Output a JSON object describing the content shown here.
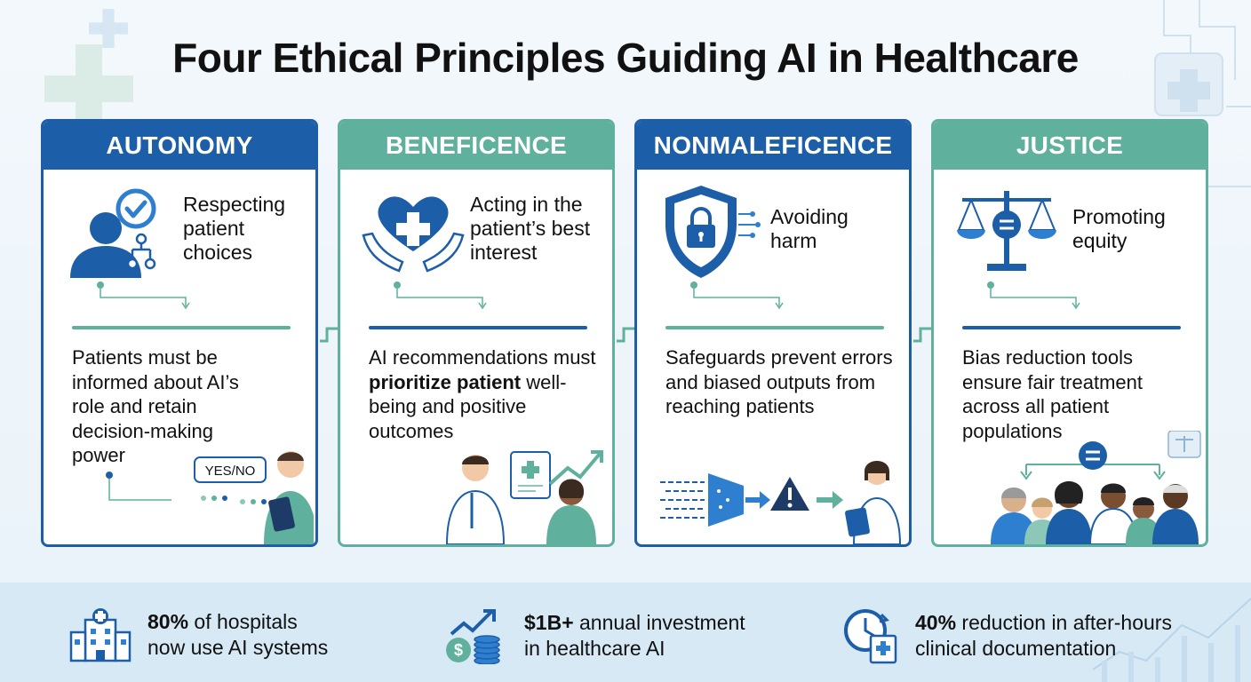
{
  "title": "Four Ethical Principles Guiding AI in Healthcare",
  "cards": [
    {
      "heading": "AUTONOMY",
      "tagline_lines": [
        "Respecting",
        "patient",
        "choices"
      ],
      "description": "Patients must be informed about AI’s role and retain decision-making power",
      "bubble": "YES/NO"
    },
    {
      "heading": "BENEFICENCE",
      "tagline_lines": [
        "Acting in the",
        "patient’s best",
        "interest"
      ],
      "description_pre": "AI recommendations must ",
      "description_bold": "prioritize patient",
      "description_post": " well-being and positive outcomes"
    },
    {
      "heading": "NONMALEFICENCE",
      "tagline_lines": [
        "Avoiding",
        "harm"
      ],
      "description": "Safeguards prevent errors and biased outputs from reaching patients"
    },
    {
      "heading": "JUSTICE",
      "tagline_lines": [
        "Promoting",
        "equity"
      ],
      "description": "Bias reduction tools ensure fair treatment across all patient populations"
    }
  ],
  "stats": [
    {
      "value": "80%",
      "line1_rest": " of hospitals",
      "line2": "now use AI systems"
    },
    {
      "value": "$1B+",
      "line1_rest": " annual investment",
      "line2": "in healthcare AI"
    },
    {
      "value": "40%",
      "line1_rest": " reduction in after-hours",
      "line2": "clinical documentation"
    }
  ],
  "colors": {
    "blue": "#1d5ea8",
    "teal": "#5fb09c",
    "ink": "#111111"
  },
  "icons": [
    "person-check-icon",
    "heart-hands-icon",
    "shield-lock-icon",
    "scales-icon",
    "hospital-icon",
    "money-growth-icon",
    "clock-document-icon"
  ]
}
